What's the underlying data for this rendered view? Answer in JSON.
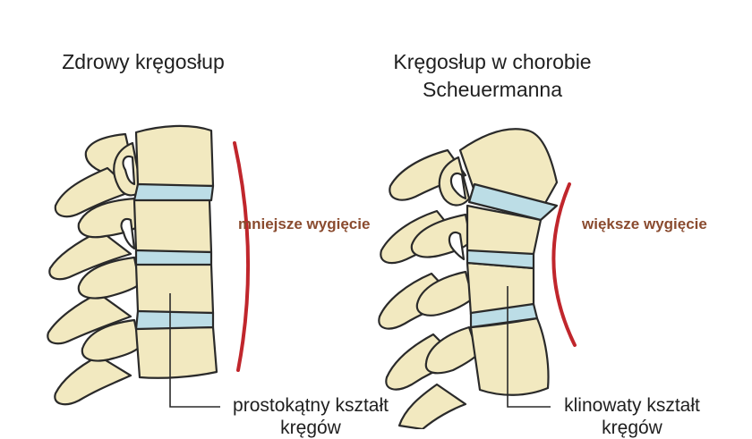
{
  "healthy": {
    "title": "Zdrowy kręgosłup",
    "curve_label": "mniejsze wygięcie",
    "shape_label_line1": "prostokątny kształt",
    "shape_label_line2": "kręgów"
  },
  "scheuermann": {
    "title_line1": "Kręgosłup w chorobie",
    "title_line2": "Scheuermanna",
    "curve_label": "większe wygięcie",
    "shape_label_line1": "klinowaty kształt",
    "shape_label_line2": "kręgów"
  },
  "colors": {
    "bone": "#f2e9c0",
    "bone_outline": "#2a2a2a",
    "disc": "#bcdde6",
    "curve": "#c0262c",
    "curve_label": "#8a4b2f",
    "text": "#1f1f1f"
  }
}
